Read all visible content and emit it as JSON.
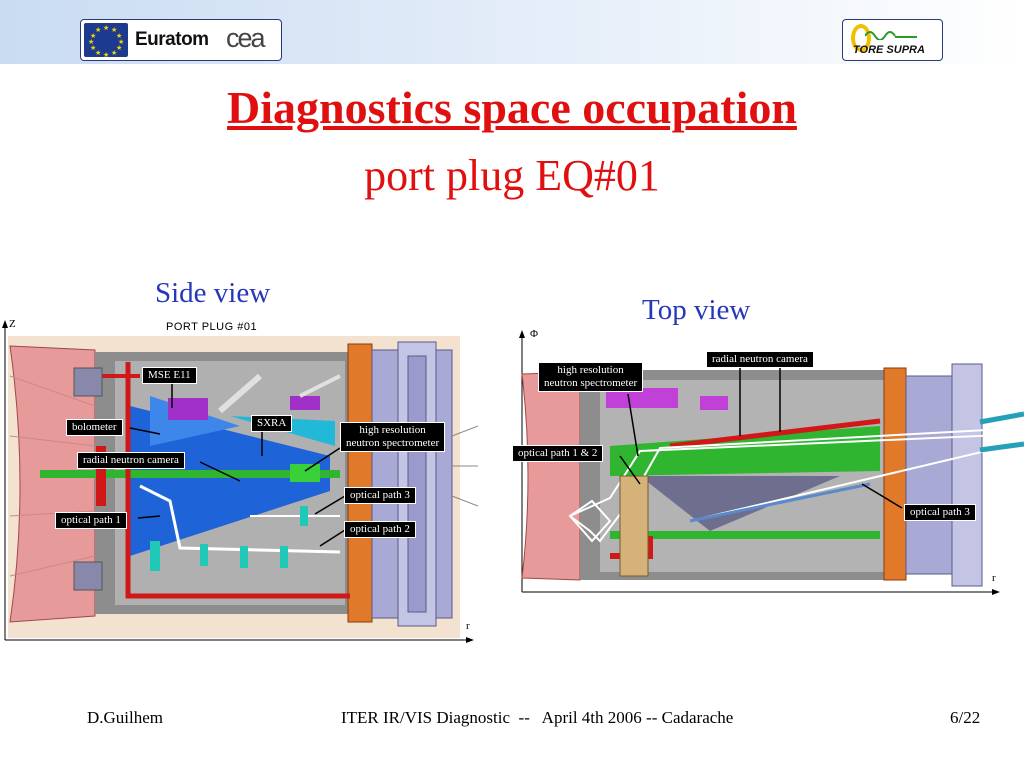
{
  "header": {
    "euratom_logo": {
      "word": "Euratom",
      "cea": "cea"
    },
    "tore_supra_logo": {
      "text": "TORE SUPRA"
    }
  },
  "title": "Diagnostics space occupation",
  "subtitle": "port plug EQ#01",
  "side_view": {
    "label": "Side view",
    "caption": "PORT PLUG #01",
    "axis_vertical": "Z",
    "axis_horizontal": "r",
    "callouts": {
      "mse": "MSE E11",
      "bolometer": "bolometer",
      "sxra": "SXRA",
      "hrns_line1": "high resolution",
      "hrns_line2": "neutron spectrometer",
      "rnc": "radial neutron camera",
      "op3": "optical path 3",
      "op1": "optical path 1",
      "op2": "optical path 2"
    }
  },
  "top_view": {
    "label": "Top view",
    "axis_vertical": "Φ",
    "axis_horizontal": "r",
    "callouts": {
      "hrns_line1": "high resolution",
      "hrns_line2": "neutron spectrometer",
      "rnc": "radial neutron camera",
      "op12": "optical path 1 & 2",
      "op3": "optical path 3"
    }
  },
  "footer": {
    "author": "D.Guilhem",
    "event": "ITER IR/VIS Diagnostic  --   April 4th 2006 -- Cadarache",
    "page": "6/22"
  },
  "colors": {
    "title_red": "#e01010",
    "view_label_blue": "#2638b8",
    "header_band": "#c9dcf2",
    "orange_flange": "#e07a2a",
    "blue_cone": "#1e64d8",
    "green_beam": "#2fb52f",
    "red_pipe": "#d01818"
  }
}
